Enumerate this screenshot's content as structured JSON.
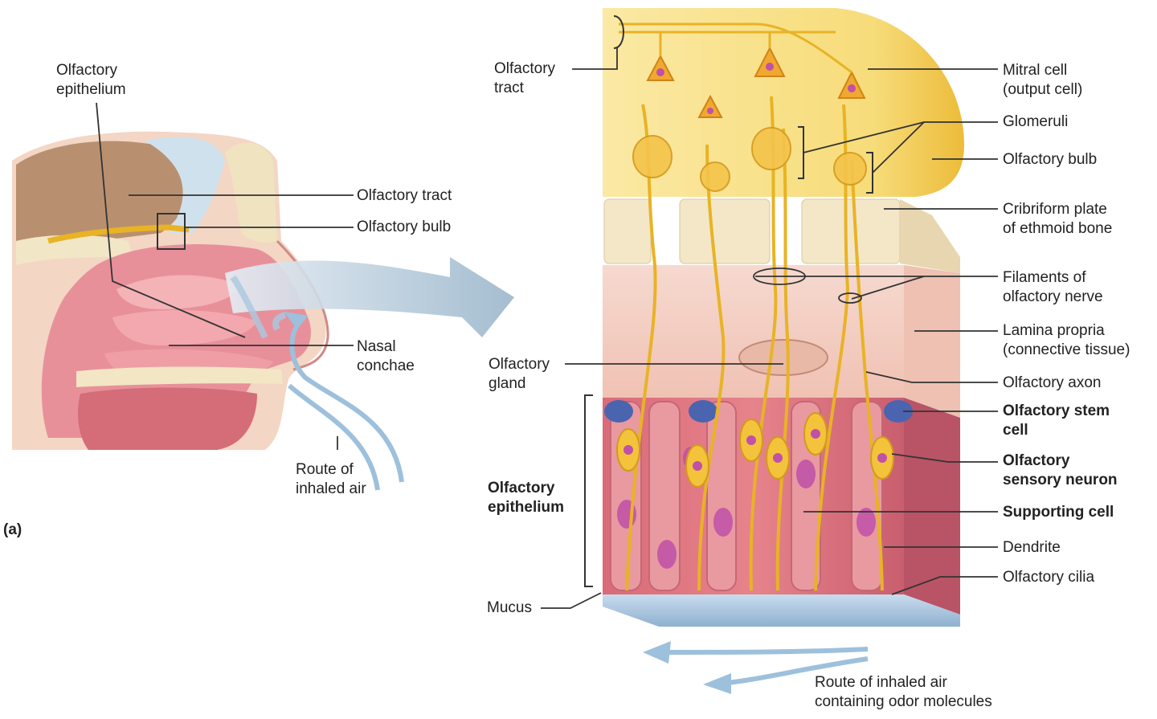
{
  "panel_label": "(a)",
  "left_labels": {
    "olfactory_epithelium": [
      "Olfactory",
      "epithelium"
    ],
    "olfactory_tract": "Olfactory tract",
    "olfactory_bulb": "Olfactory bulb",
    "nasal_conchae": [
      "Nasal",
      "conchae"
    ],
    "route_inhaled_air": [
      "Route of",
      "inhaled air"
    ]
  },
  "right_labels": {
    "olfactory_tract": [
      "Olfactory",
      "tract"
    ],
    "mitral_cell": [
      "Mitral cell",
      "(output cell)"
    ],
    "glomeruli": "Glomeruli",
    "olfactory_bulb": "Olfactory bulb",
    "cribriform_plate": [
      "Cribriform plate",
      "of ethmoid bone"
    ],
    "filaments": [
      "Filaments of",
      "olfactory nerve"
    ],
    "lamina_propria": [
      "Lamina propria",
      "(connective tissue)"
    ],
    "olfactory_gland": [
      "Olfactory",
      "gland"
    ],
    "olfactory_axon": "Olfactory axon",
    "stem_cell": [
      "Olfactory stem",
      "cell"
    ],
    "sensory_neuron": [
      "Olfactory",
      "sensory neuron"
    ],
    "olfactory_epithelium": [
      "Olfactory",
      "epithelium"
    ],
    "supporting_cell": "Supporting cell",
    "dendrite": "Dendrite",
    "cilia": "Olfactory cilia",
    "mucus": "Mucus",
    "route_air_odor": [
      "Route of inhaled air",
      "containing odor molecules"
    ]
  },
  "colors": {
    "bulb": "#f7dc7a",
    "nerve": "#e8b325",
    "bone": "#f2e6c4",
    "tissue_pink": "#f2c2b8",
    "epithelium": "#d8707a",
    "stem_cell": "#4b64b0",
    "nucleus": "#c050a8",
    "air_arrow": "#8fb6d6",
    "leader": "#333333"
  }
}
